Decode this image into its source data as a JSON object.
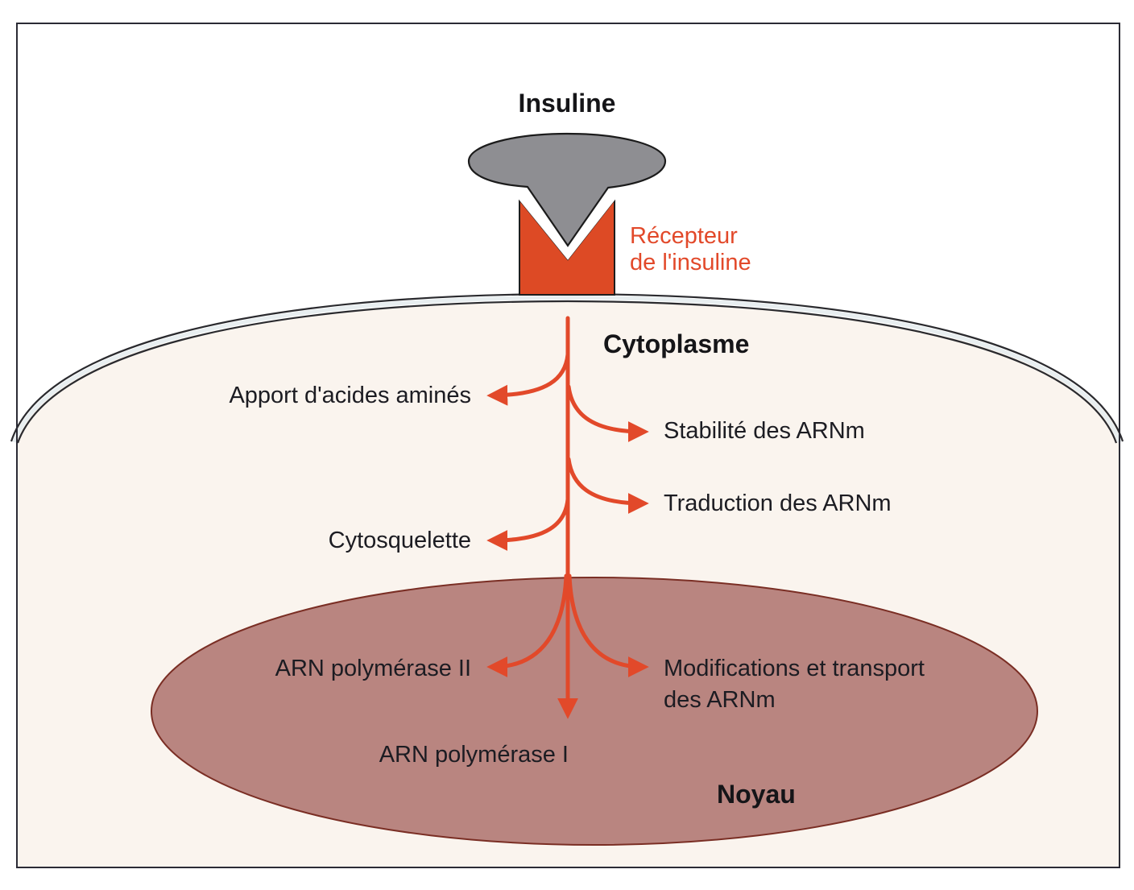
{
  "diagram": {
    "title": "Insuline",
    "receptor_label": [
      "Récepteur",
      "de l'insuline"
    ],
    "compartments": {
      "cytoplasm": "Cytoplasme",
      "nucleus": "Noyau"
    },
    "cytoplasm_effects": {
      "left": [
        "Apport d'acides aminés",
        "Cytosquelette"
      ],
      "right": [
        "Stabilité des ARNm",
        "Traduction des ARNm"
      ]
    },
    "nucleus_effects": {
      "left": "ARN polymérase II",
      "bottom": "ARN polymérase I",
      "right": [
        "Modifications et transport",
        "des ARNm"
      ]
    },
    "colors": {
      "signal_arrow": "#e2492a",
      "receptor": "#dd4a25",
      "insulin": "#8e8e92",
      "cytoplasm": "#faf4ee",
      "nucleus": "#b98580",
      "nucleus_outline": "#7a2e24",
      "membrane_outline": "#2a2a2e"
    }
  }
}
